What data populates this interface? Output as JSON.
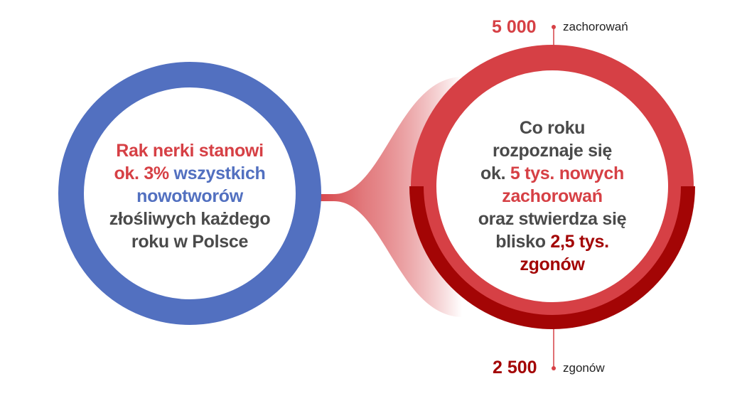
{
  "colors": {
    "blue": "#5270c0",
    "red": "#d64045",
    "dark_red": "#a30505",
    "grey": "#4a4a4a"
  },
  "left_circle": {
    "line1": "Rak nerki stanowi",
    "line2_red": "ok. 3%",
    "line2_blue": "wszystkich",
    "line3": "nowotworów",
    "line4": "złośliwych każdego",
    "line5": "roku w Polsce"
  },
  "right_circle": {
    "line1": "Co roku",
    "line2": "rozpoznaje się",
    "line3_grey": "ok.",
    "line3_red": "5 tys. nowych",
    "line4": "zachorowań",
    "line5": "oraz stwierdza się",
    "line6_grey": "blisko",
    "line6_dark": "2,5 tys.",
    "line7": "zgonów"
  },
  "callouts": {
    "top": {
      "value": "5 000",
      "label": "zachorowań"
    },
    "bottom": {
      "value": "2 500",
      "label": "zgonów"
    }
  }
}
